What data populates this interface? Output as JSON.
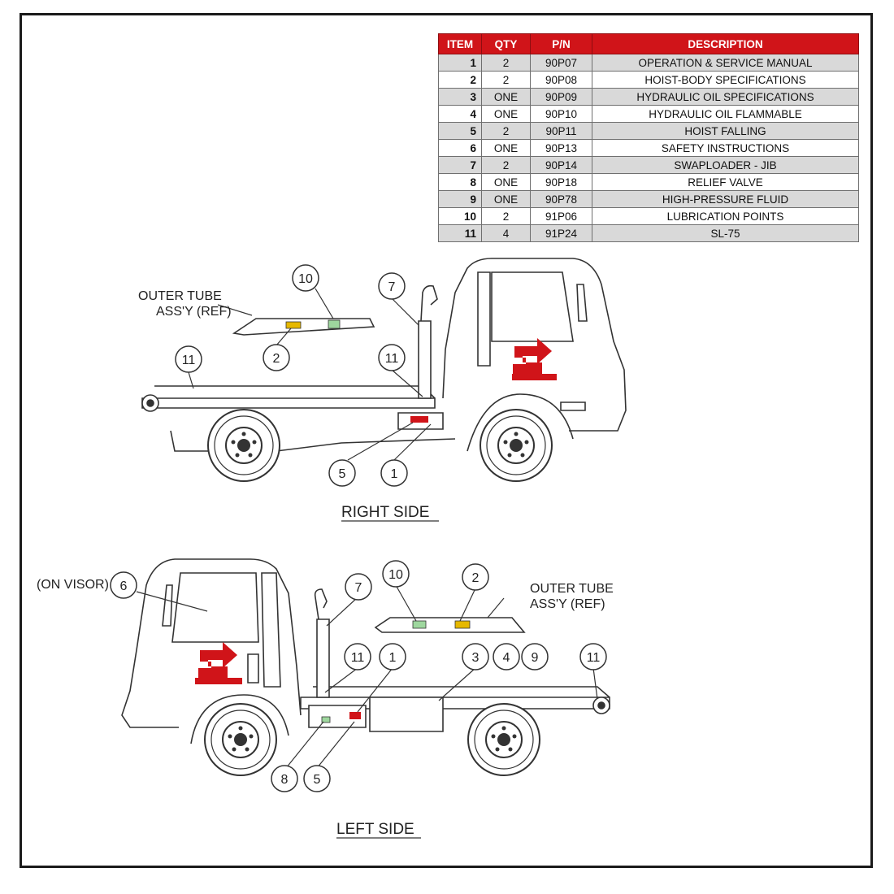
{
  "table": {
    "headers": [
      "ITEM",
      "QTY",
      "P/N",
      "DESCRIPTION"
    ],
    "rows": [
      {
        "item": "1",
        "qty": "2",
        "pn": "90P07",
        "desc": "OPERATION & SERVICE MANUAL"
      },
      {
        "item": "2",
        "qty": "2",
        "pn": "90P08",
        "desc": "HOIST-BODY SPECIFICATIONS"
      },
      {
        "item": "3",
        "qty": "ONE",
        "pn": "90P09",
        "desc": "HYDRAULIC OIL SPECIFICATIONS"
      },
      {
        "item": "4",
        "qty": "ONE",
        "pn": "90P10",
        "desc": "HYDRAULIC OIL FLAMMABLE"
      },
      {
        "item": "5",
        "qty": "2",
        "pn": "90P11",
        "desc": "HOIST FALLING"
      },
      {
        "item": "6",
        "qty": "ONE",
        "pn": "90P13",
        "desc": "SAFETY INSTRUCTIONS"
      },
      {
        "item": "7",
        "qty": "2",
        "pn": "90P14",
        "desc": "SWAPLOADER - JIB"
      },
      {
        "item": "8",
        "qty": "ONE",
        "pn": "90P18",
        "desc": "RELIEF VALVE"
      },
      {
        "item": "9",
        "qty": "ONE",
        "pn": "90P78",
        "desc": "HIGH-PRESSURE FLUID"
      },
      {
        "item": "10",
        "qty": "2",
        "pn": "91P06",
        "desc": "LUBRICATION POINTS"
      },
      {
        "item": "11",
        "qty": "4",
        "pn": "91P24",
        "desc": "SL-75"
      }
    ]
  },
  "right_view": {
    "title": "RIGHT SIDE",
    "outer_tube_line1": "OUTER TUBE",
    "outer_tube_line2": "ASS'Y (REF)",
    "callouts": [
      "10",
      "7",
      "2",
      "11",
      "11",
      "5",
      "1"
    ]
  },
  "left_view": {
    "title": "LEFT SIDE",
    "visor_label": "(ON VISOR)",
    "outer_tube_line1": "OUTER TUBE",
    "outer_tube_line2": "ASS'Y (REF)",
    "callouts": [
      "6",
      "7",
      "10",
      "2",
      "11",
      "1",
      "3",
      "4",
      "9",
      "11",
      "8",
      "5"
    ]
  },
  "colors": {
    "accent_red": "#d01419",
    "row_gray": "#d9d9d9",
    "line": "#333333"
  },
  "icons": [
    "swaploader-logo-icon"
  ]
}
